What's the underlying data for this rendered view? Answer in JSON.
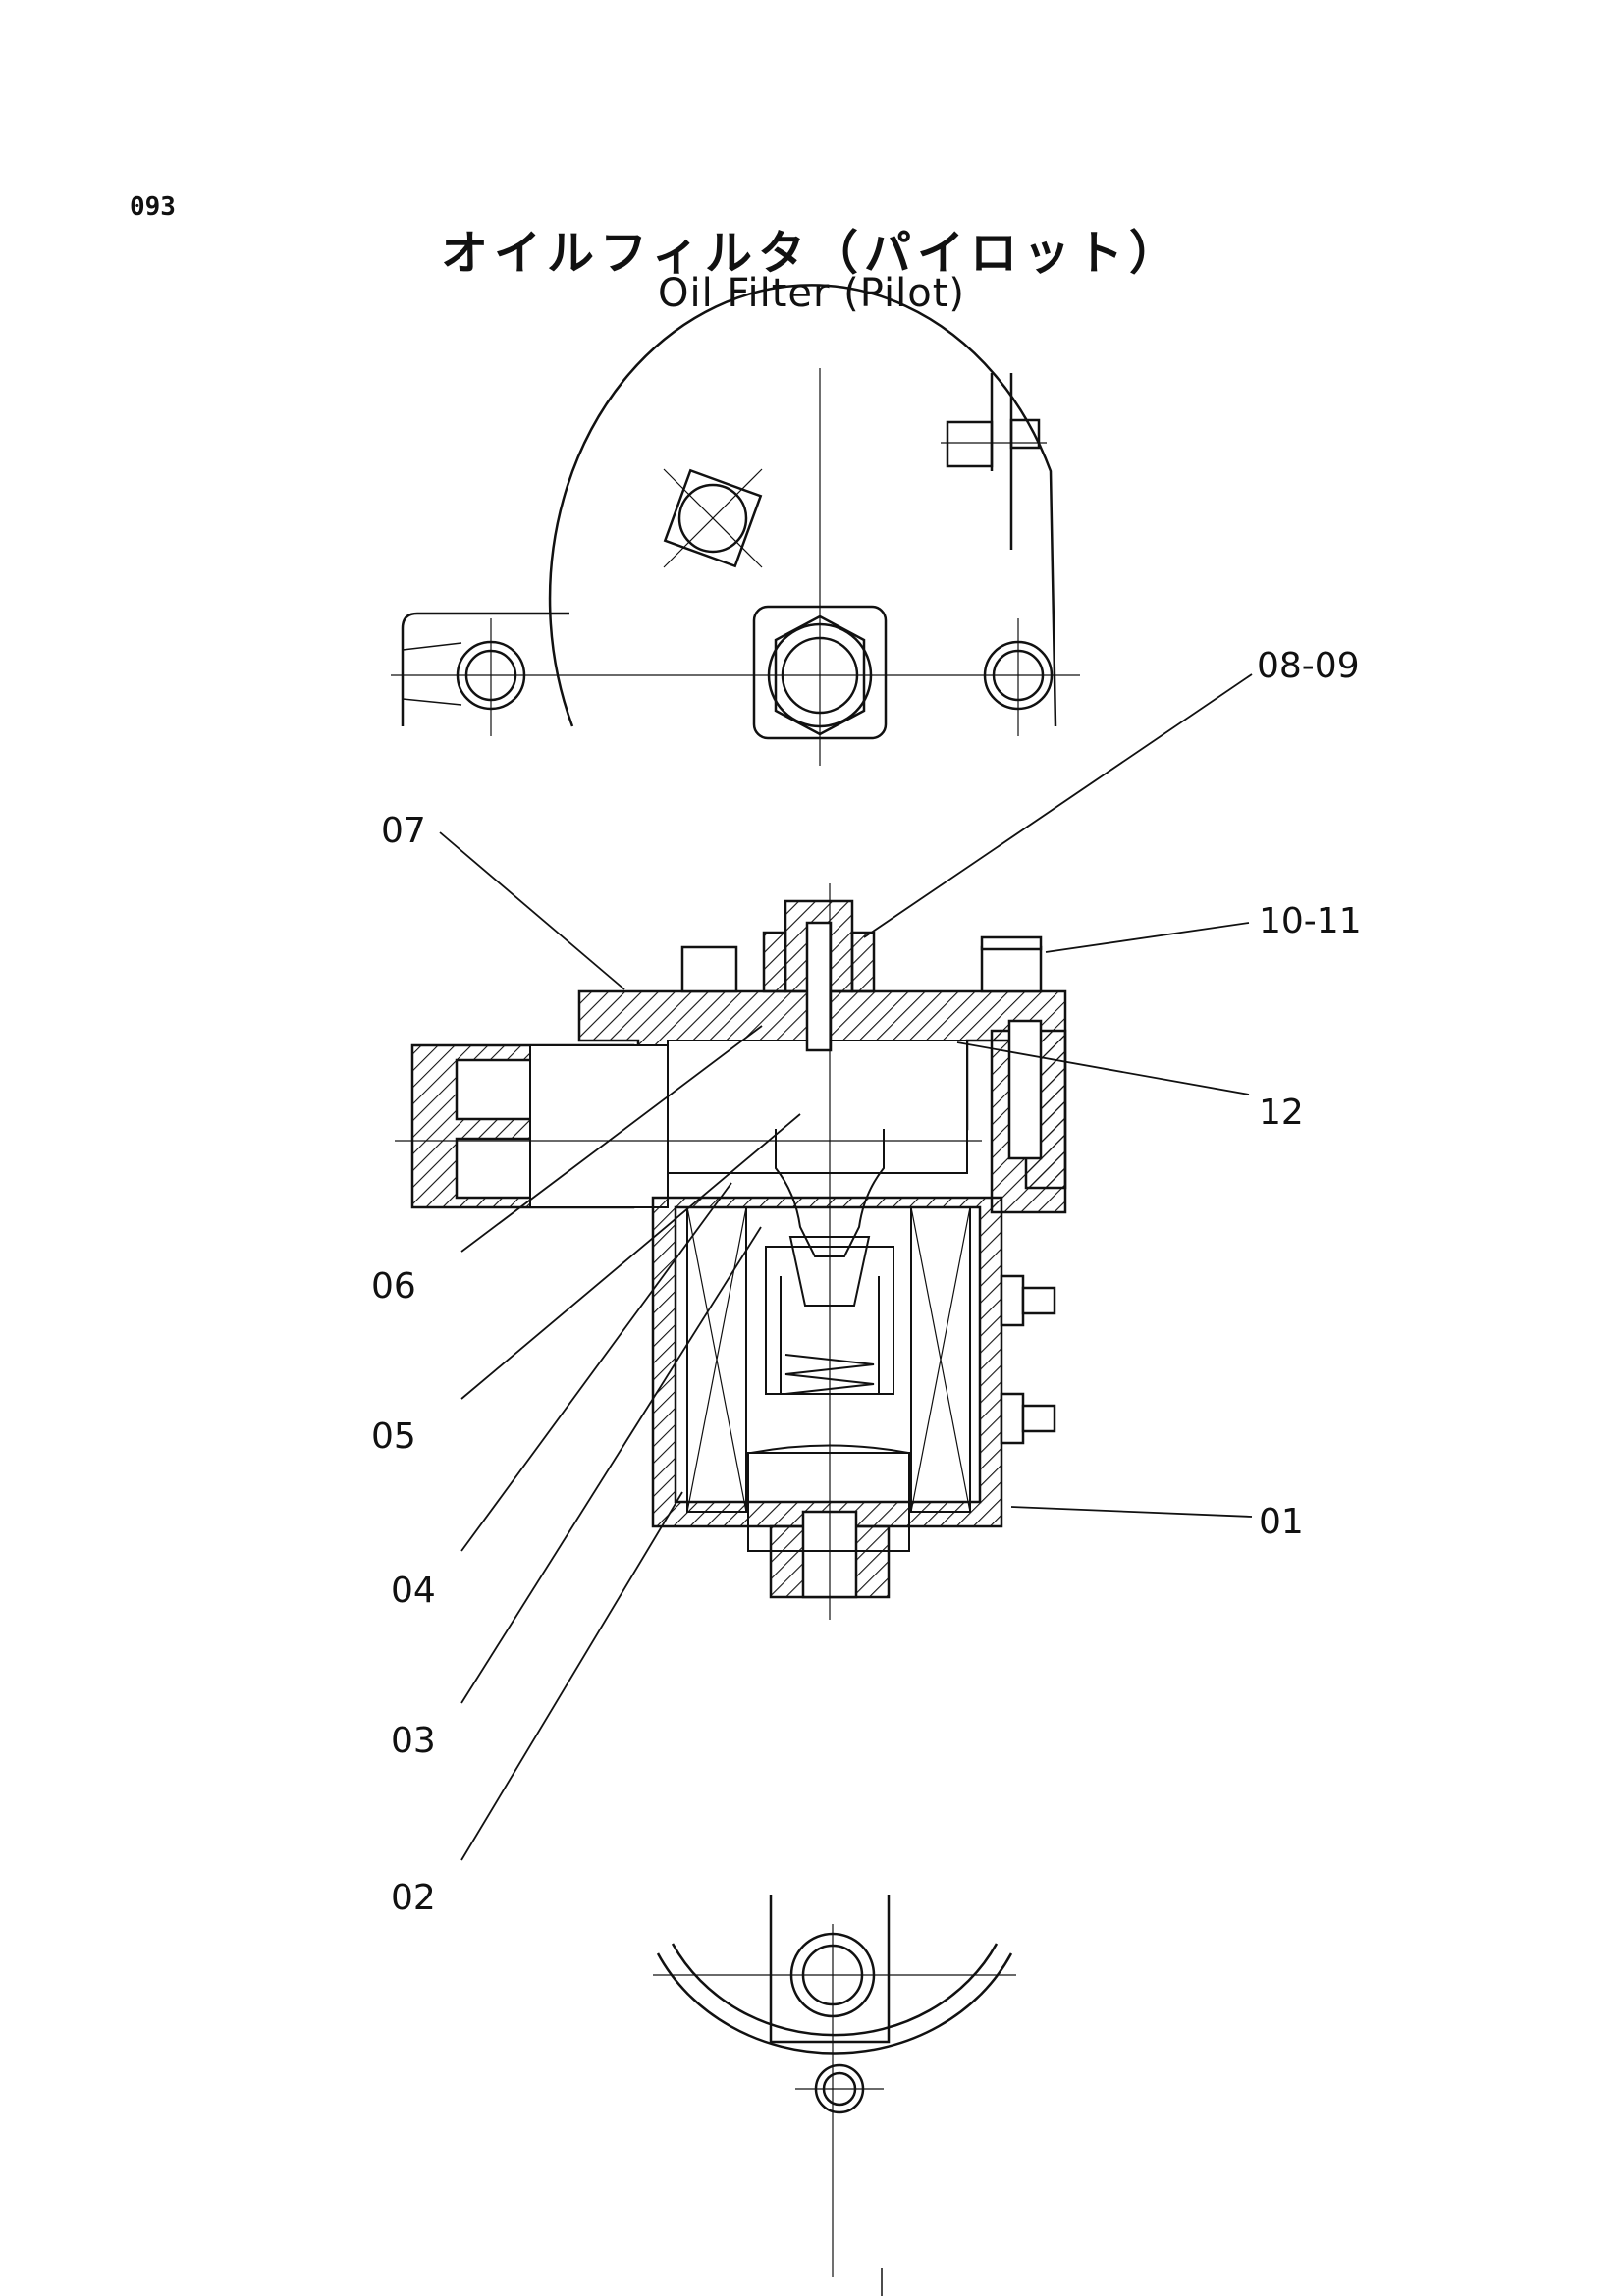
{
  "page_number": "093",
  "title_jp": "オイルフィルタ（パイロット）",
  "title_en": "Oil Filter (Pilot)",
  "part_labels": {
    "l01": "01",
    "l02": "02",
    "l03": "03",
    "l04": "04",
    "l05": "05",
    "l06": "06",
    "l07": "07",
    "l08_09": "08-09",
    "l10_11": "10-11",
    "l12": "12"
  },
  "colors": {
    "ink": "#111111",
    "paper": "#ffffff"
  }
}
